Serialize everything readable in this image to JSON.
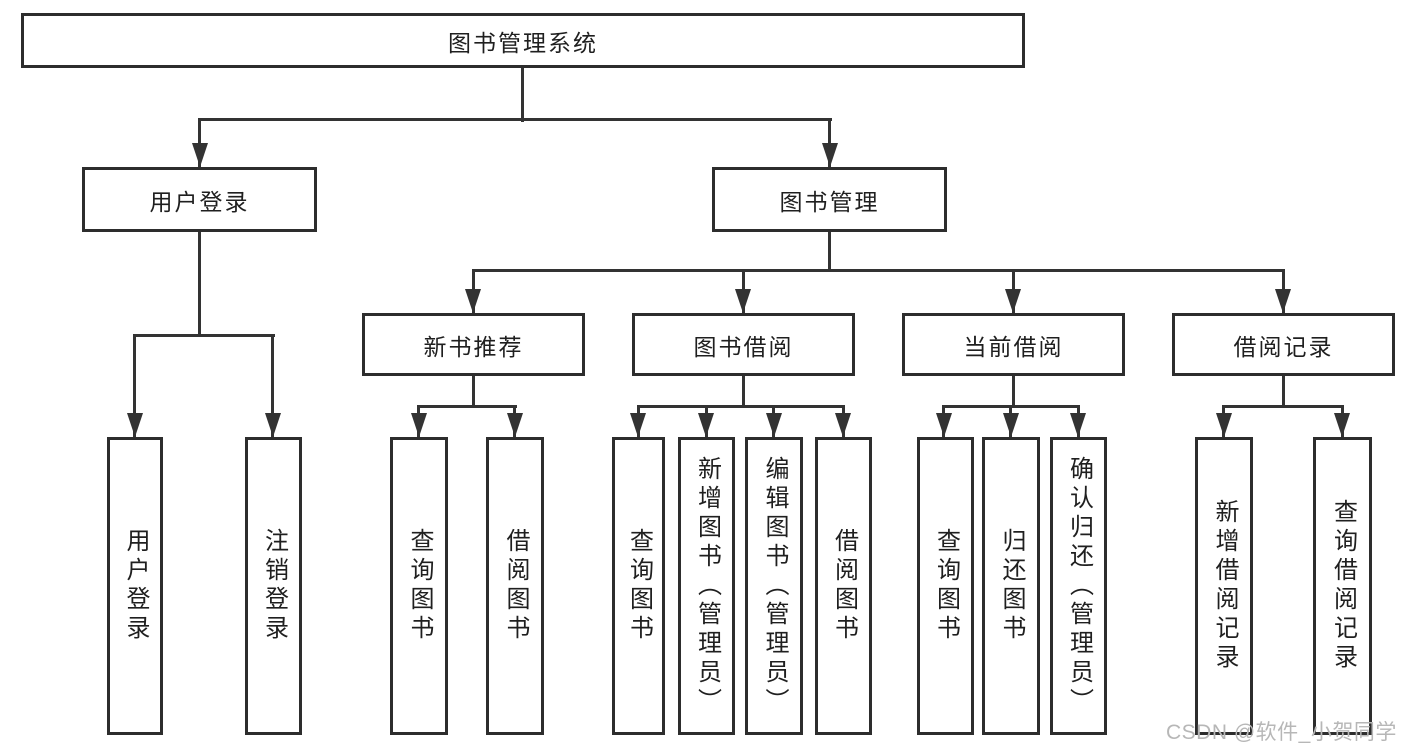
{
  "diagram": {
    "title": "图书管理系统",
    "level2": [
      {
        "label": "用户登录"
      },
      {
        "label": "图书管理"
      }
    ],
    "level3": [
      {
        "label": "新书推荐"
      },
      {
        "label": "图书借阅"
      },
      {
        "label": "当前借阅"
      },
      {
        "label": "借阅记录"
      }
    ],
    "leaves": [
      {
        "label": "用户登录"
      },
      {
        "label": "注销登录"
      },
      {
        "label": "查询图书"
      },
      {
        "label": "借阅图书"
      },
      {
        "label": "查询图书"
      },
      {
        "label": "新增图书（管理员）"
      },
      {
        "label": "编辑图书（管理员）"
      },
      {
        "label": "借阅图书"
      },
      {
        "label": "查询图书"
      },
      {
        "label": "归还图书"
      },
      {
        "label": "确认归还（管理员）"
      },
      {
        "label": "新增借阅记录"
      },
      {
        "label": "查询借阅记录"
      }
    ]
  },
  "watermark": {
    "text": "CSDN @软件_小贺同学"
  },
  "colors": {
    "background": "#ffffff",
    "line": "#333333",
    "box_border": "#2d2d2d",
    "text": "#1f1f1f",
    "watermark": "#b7b7b7"
  }
}
